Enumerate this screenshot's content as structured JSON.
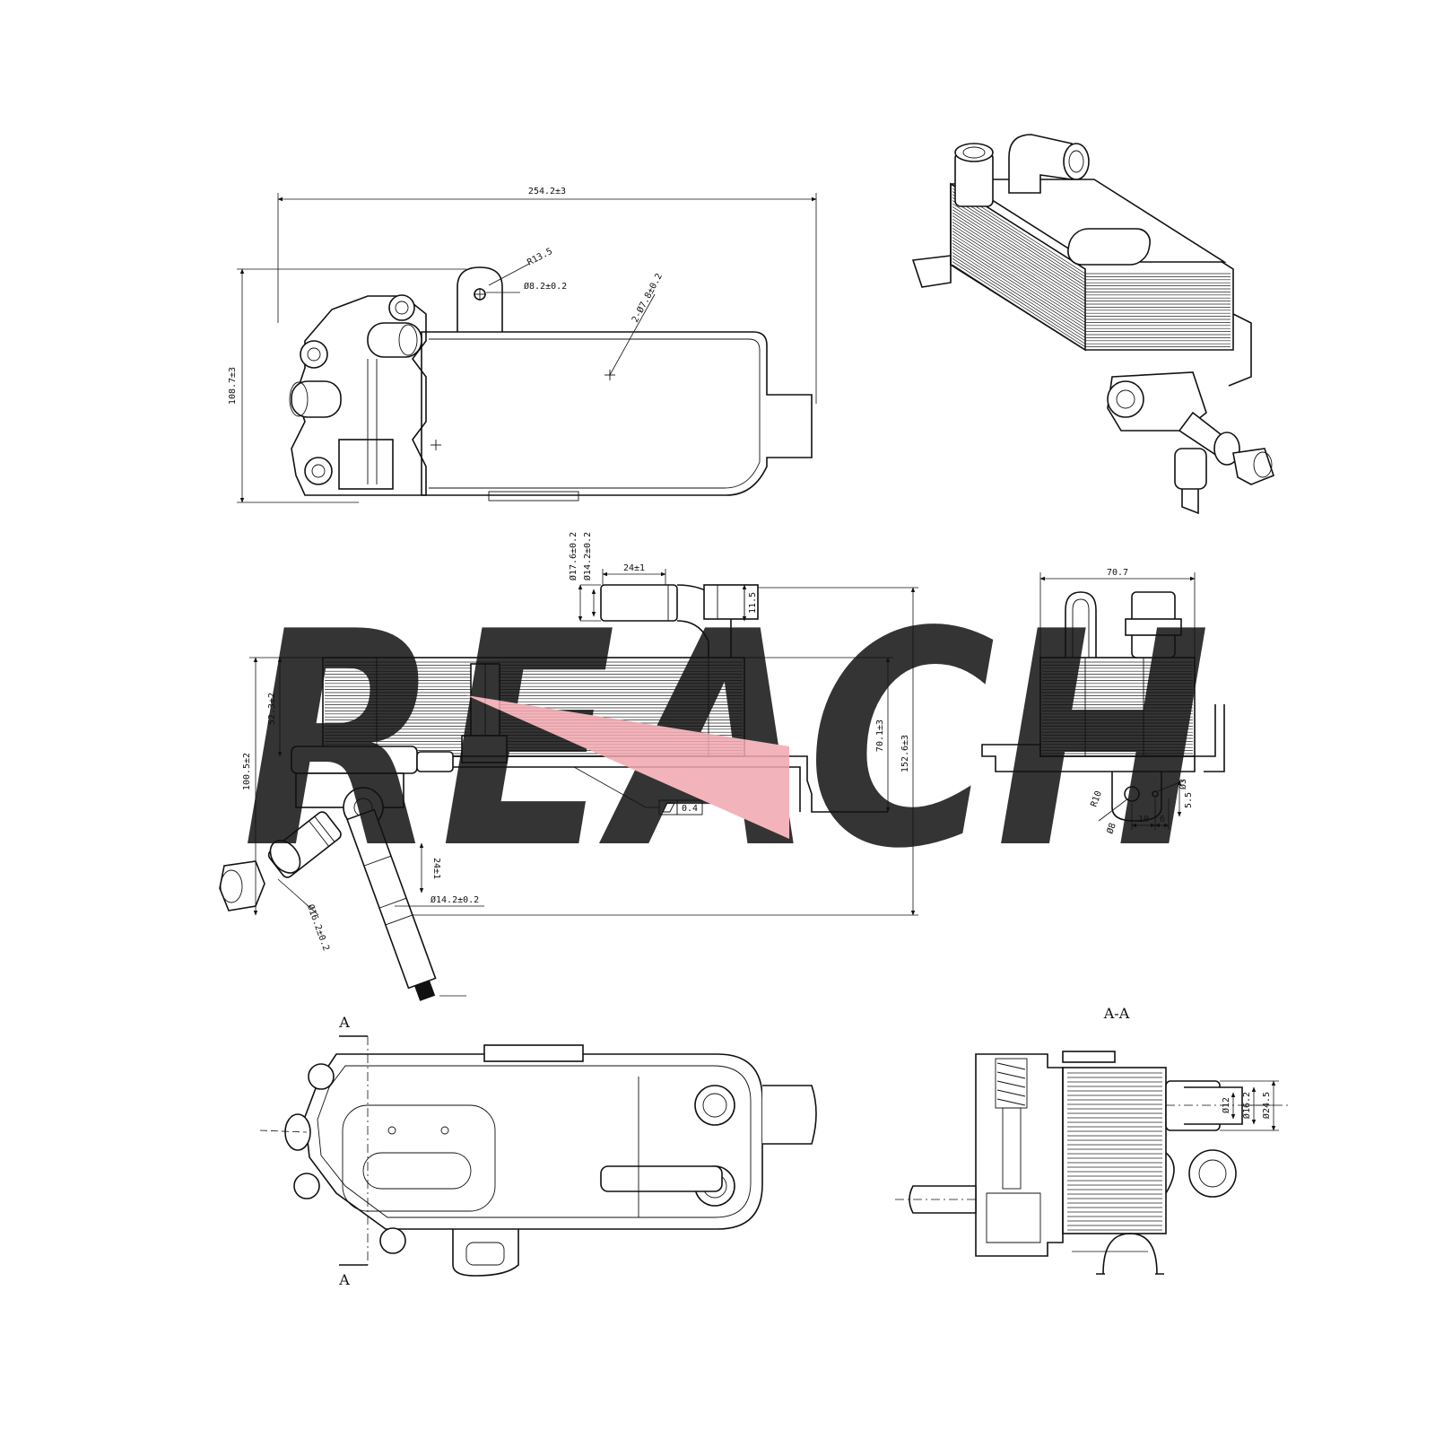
{
  "colors": {
    "watermark": "#c3d3e6",
    "watermark_accent": "#f0a8ae",
    "line": "#111111",
    "background": "#ffffff"
  },
  "watermark": {
    "text": "REACH"
  },
  "views": {
    "top_view": {
      "overall_width": "254.2±3",
      "overall_height": "108.7±3",
      "bracket_radius": "R13.5",
      "bracket_hole": "Ø8.2±0.2",
      "mount_holes": "2-Ø7.8±0.2"
    },
    "front_view": {
      "pipe_outer": "Ø17.6±0.2",
      "pipe_inner": "Ø14.2±0.2",
      "pipe_length": "24±1",
      "offset": "11.5",
      "core_height": "52.3±2",
      "height_total": "100.5±2",
      "right_height": "70.1±3",
      "overall_height": "152.6±3",
      "flatness": "0.4",
      "lower_pipe_length": "24±1",
      "lower_pipe_dia": "Ø14.2±0.2",
      "angled_pipe_dia": "Ø16.2±0.2"
    },
    "side_view": {
      "width": "70.7",
      "radius": "R10",
      "hole_a": "Ø8",
      "hole_b": "Ø3",
      "dim_a": "10",
      "dim_b": "6",
      "dim_c": "5.5"
    },
    "bottom_view": {
      "section_mark_top": "A",
      "section_mark_bottom": "A"
    },
    "section_view": {
      "title": "A-A",
      "dia_a": "Ø12",
      "dia_b": "Ø16.2",
      "dia_c": "Ø24.5"
    }
  }
}
